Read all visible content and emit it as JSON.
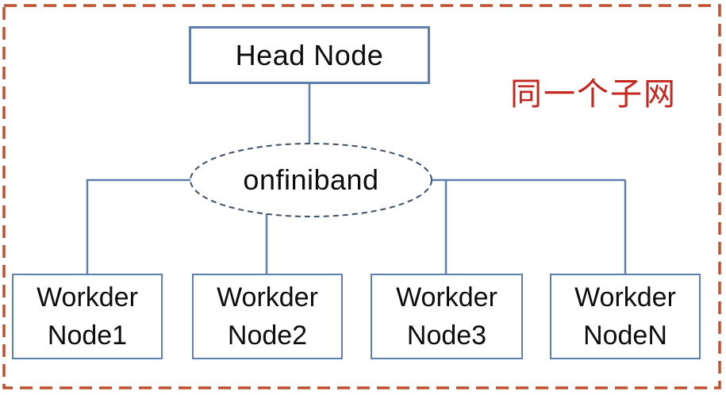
{
  "head_node": {
    "label": "Head Node"
  },
  "network": {
    "label": "onfiniband"
  },
  "workers": [
    {
      "label": "Workder\nNode1"
    },
    {
      "label": "Workder\nNode2"
    },
    {
      "label": "Workder\nNode3"
    },
    {
      "label": "Workder\nNodeN"
    }
  ],
  "annotation": {
    "text": "同一个子网"
  },
  "colors": {
    "outer_border": "#c24f2e",
    "connector": "#5d80b0",
    "box_border": "#5d80b0",
    "ellipse_border": "#3f5066",
    "annotation_text": "#c5261d",
    "label_text": "#0d0d0d"
  }
}
